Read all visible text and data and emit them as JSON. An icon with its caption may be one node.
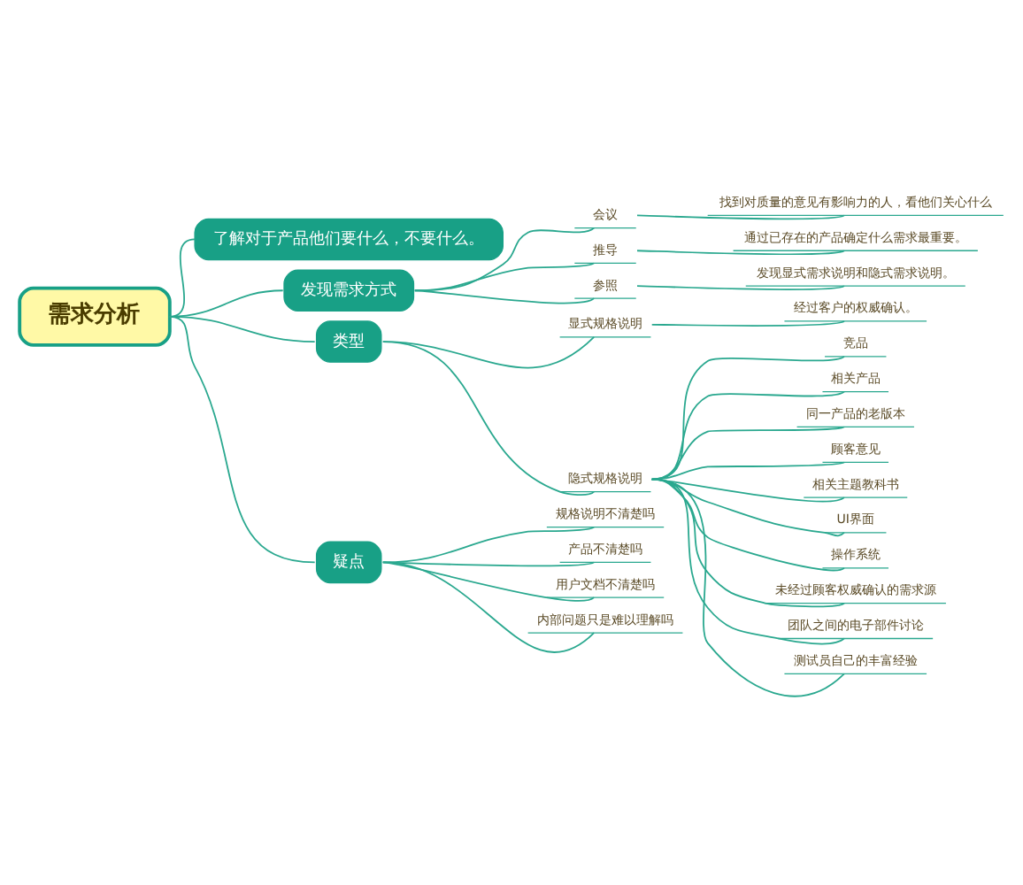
{
  "diagram": {
    "nodes": [
      {
        "text": [
          "需求分析"
        ]
      },
      {
        "text": [
          "了解对于产品他们要什么，不要什么。"
        ]
      },
      {
        "text": [
          "发现需求方式"
        ]
      },
      {
        "text": [
          "会议"
        ]
      },
      {
        "text": [
          "找到对质量的意见有影响力的人，看他们关心什么"
        ]
      },
      {
        "text": [
          "推导"
        ]
      },
      {
        "text": [
          "通过已存在的产品确定什么需求最重要。"
        ]
      },
      {
        "text": [
          "参照"
        ]
      },
      {
        "text": [
          "发现显式需求说明和隐式需求说明。"
        ]
      },
      {
        "text": [
          "类型"
        ]
      },
      {
        "text": [
          "显式规格说明"
        ]
      },
      {
        "text": [
          "经过客户的权威确认。"
        ]
      },
      {
        "text": [
          "隐式规格说明"
        ]
      },
      {
        "text": [
          "竞品"
        ]
      },
      {
        "text": [
          "相关产品"
        ]
      },
      {
        "text": [
          "同一产品的老版本"
        ]
      },
      {
        "text": [
          "顾客意见"
        ]
      },
      {
        "text": [
          "相关主题教科书"
        ]
      },
      {
        "text": [
          "UI界面"
        ]
      },
      {
        "text": [
          "操作系统"
        ]
      },
      {
        "text": [
          "未经过顾客权威确认的需求源"
        ]
      },
      {
        "text": [
          "团队之间的电子部件讨论"
        ]
      },
      {
        "text": [
          "测试员自己的丰富经验"
        ]
      },
      {
        "text": [
          "疑点"
        ]
      },
      {
        "text": [
          "规格说明不清楚吗"
        ]
      },
      {
        "text": [
          "产品不清楚吗"
        ]
      },
      {
        "text": [
          "用户文档不清楚吗"
        ]
      },
      {
        "text": [
          "内部问题只是难以理解吗"
        ]
      }
    ],
    "edges": [
      {
        "from": 0,
        "to": 1,
        "arrow": "none"
      },
      {
        "from": 0,
        "to": 2,
        "arrow": "none"
      },
      {
        "from": 2,
        "to": 3,
        "arrow": "none"
      },
      {
        "from": 3,
        "to": 4,
        "arrow": "none"
      },
      {
        "from": 2,
        "to": 5,
        "arrow": "none"
      },
      {
        "from": 5,
        "to": 6,
        "arrow": "none"
      },
      {
        "from": 2,
        "to": 7,
        "arrow": "none"
      },
      {
        "from": 7,
        "to": 8,
        "arrow": "none"
      },
      {
        "from": 0,
        "to": 9,
        "arrow": "none"
      },
      {
        "from": 9,
        "to": 10,
        "arrow": "none"
      },
      {
        "from": 10,
        "to": 11,
        "arrow": "none"
      },
      {
        "from": 9,
        "to": 12,
        "arrow": "none"
      },
      {
        "from": 12,
        "to": 13,
        "arrow": "none"
      },
      {
        "from": 12,
        "to": 14,
        "arrow": "none"
      },
      {
        "from": 12,
        "to": 15,
        "arrow": "none"
      },
      {
        "from": 12,
        "to": 16,
        "arrow": "none"
      },
      {
        "from": 12,
        "to": 17,
        "arrow": "none"
      },
      {
        "from": 12,
        "to": 18,
        "arrow": "none"
      },
      {
        "from": 12,
        "to": 19,
        "arrow": "none"
      },
      {
        "from": 12,
        "to": 20,
        "arrow": "none"
      },
      {
        "from": 12,
        "to": 21,
        "arrow": "none"
      },
      {
        "from": 12,
        "to": 22,
        "arrow": "none"
      },
      {
        "from": 0,
        "to": 23,
        "arrow": "none"
      },
      {
        "from": 23,
        "to": 24,
        "arrow": "none"
      },
      {
        "from": 23,
        "to": 25,
        "arrow": "none"
      },
      {
        "from": 23,
        "to": 26,
        "arrow": "none"
      },
      {
        "from": 23,
        "to": 27,
        "arrow": "none"
      }
    ]
  }
}
